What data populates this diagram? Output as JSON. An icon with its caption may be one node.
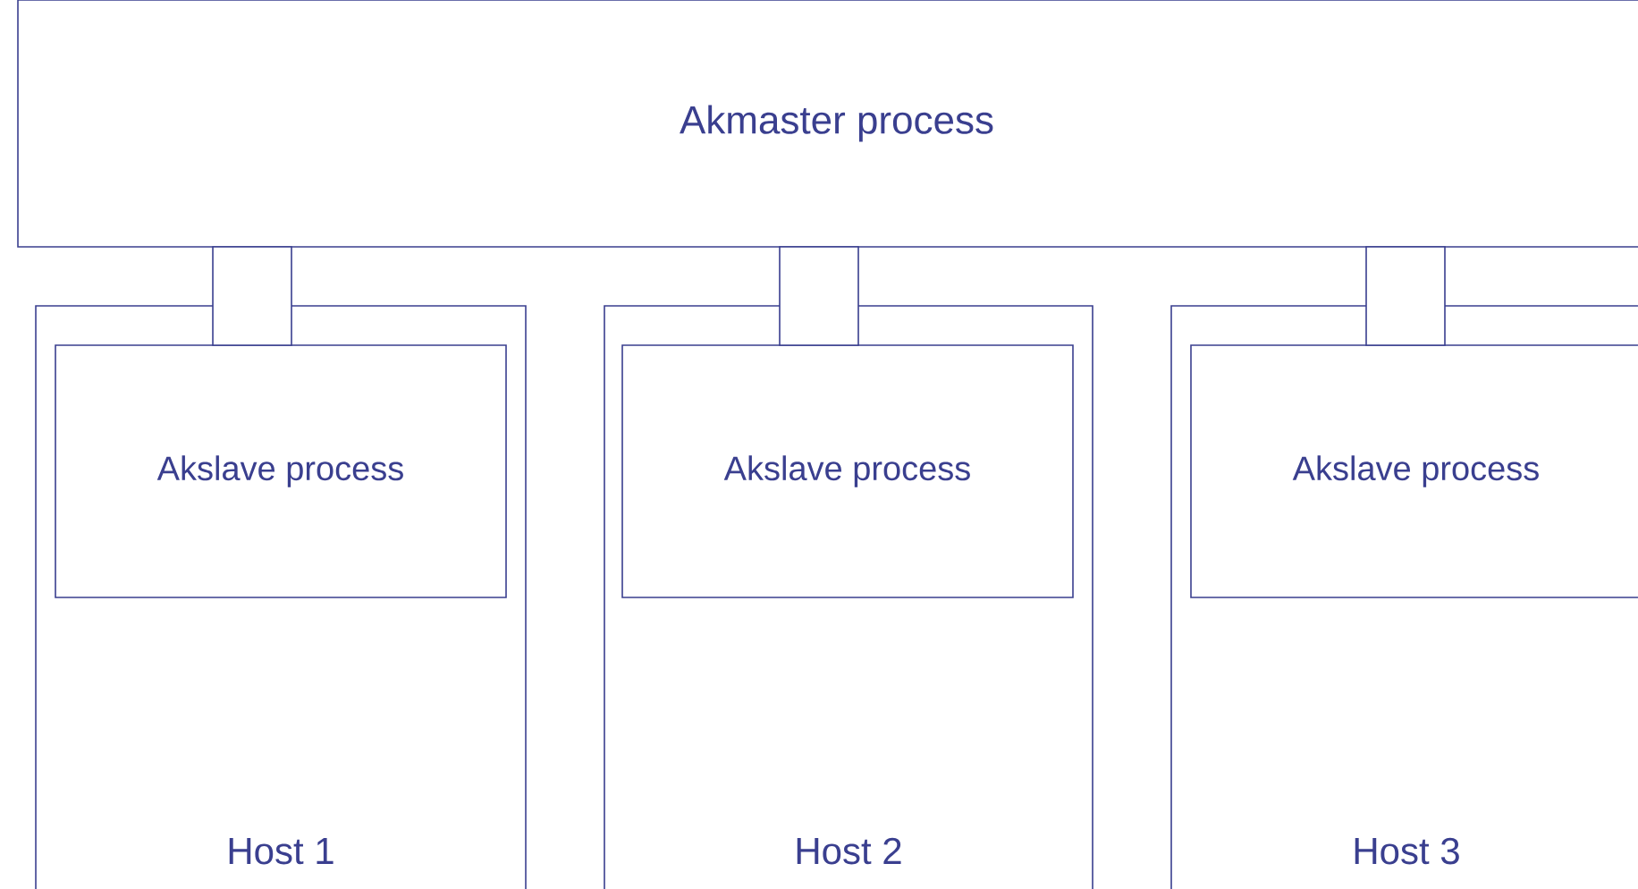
{
  "diagram": {
    "nodes": [
      {
        "text": [
          "Akmaster process"
        ]
      },
      {
        "text": [
          "Host 1"
        ]
      },
      {
        "text": [
          "Akslave process"
        ],
        "in": 1
      },
      {
        "text": [
          "Host 2"
        ]
      },
      {
        "text": [
          "Akslave process"
        ],
        "in": 3
      },
      {
        "text": [
          "Host 3"
        ]
      },
      {
        "text": [
          "Akslave process"
        ],
        "in": 5
      },
      {
        "text": [],
        "shape": "box"
      },
      {
        "text": [],
        "shape": "box"
      },
      {
        "text": [],
        "shape": "box"
      }
    ]
  }
}
